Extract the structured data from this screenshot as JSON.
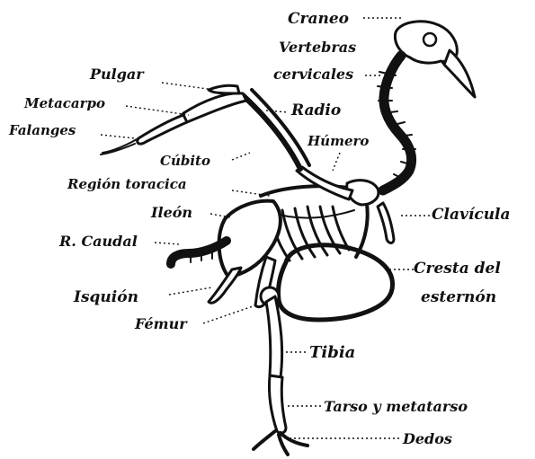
{
  "diagram": {
    "labels": {
      "craneo": "Craneo",
      "vertebras_1": "Vertebras",
      "vertebras_2": "cervicales",
      "pulgar": "Pulgar",
      "metacarpo": "Metacarpo",
      "falanges": "Falanges",
      "radio": "Radio",
      "humero": "Húmero",
      "cubito": "Cúbito",
      "region_toracica": "Región toracica",
      "ileon": "Ileón",
      "clavicula": "Clavícula",
      "r_caudal": "R. Caudal",
      "cresta_1": "Cresta del",
      "cresta_2": "esternón",
      "isquion": "Isquión",
      "femur": "Fémur",
      "tibia": "Tibia",
      "tarso": "Tarso y metatarso",
      "dedos": "Dedos"
    }
  }
}
